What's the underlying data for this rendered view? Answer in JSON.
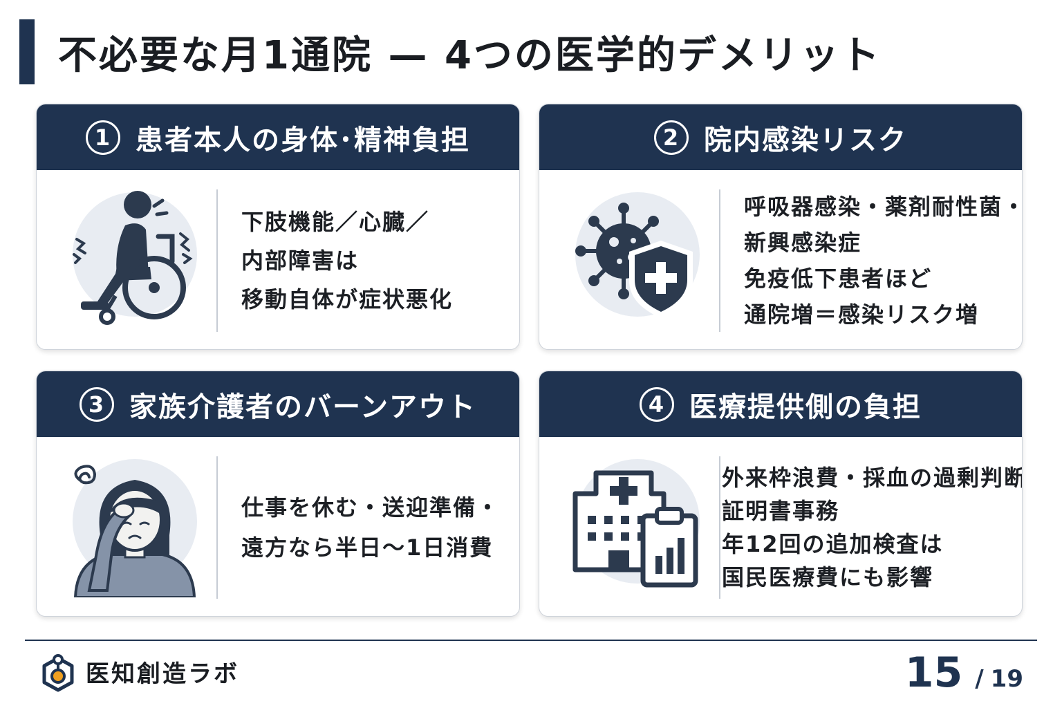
{
  "title": "不必要な月1通院 — 4つの医学的デメリット",
  "cards": [
    {
      "number": "1",
      "heading": "患者本人の身体･精神負担",
      "lines": [
        "下肢機能／心臓／",
        "内部障害は",
        "移動自体が症状悪化"
      ],
      "icon": "wheelchair-person-icon"
    },
    {
      "number": "2",
      "heading": "院内感染リスク",
      "lines": [
        "呼吸器感染・薬剤耐性菌・",
        "新興感染症",
        "免疫低下患者ほど",
        "通院増＝感染リスク増"
      ],
      "icon": "virus-shield-icon"
    },
    {
      "number": "3",
      "heading": "家族介護者のバーンアウト",
      "lines": [
        "仕事を休む・送迎準備・",
        "遠方なら半日～1日消費"
      ],
      "icon": "exhausted-caregiver-icon"
    },
    {
      "number": "4",
      "heading": "医療提供側の負担",
      "lines": [
        "外来枠浪費・採血の過剰判断・",
        "証明書事務",
        "年12回の追加検査は",
        "国民医療費にも影響"
      ],
      "icon": "hospital-clipboard-icon"
    }
  ],
  "footer": {
    "brand": "医知創造ラボ",
    "page_current": "15",
    "page_separator": "/",
    "page_total": "19"
  },
  "colors": {
    "navy": "#1f3350",
    "icon_bg": "#e8ecf2",
    "icon_dark": "#2c3a4e",
    "accent_orange": "#f0a020"
  }
}
